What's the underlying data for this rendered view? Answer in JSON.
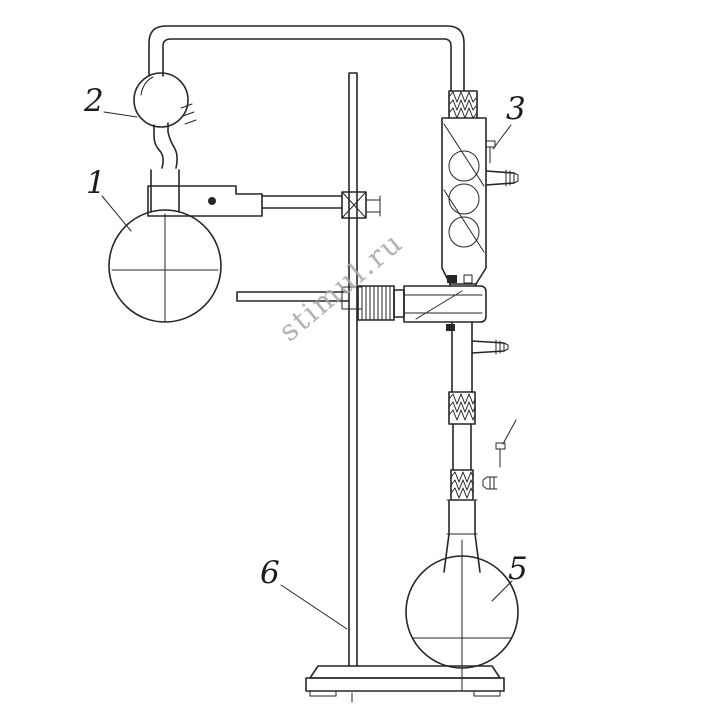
{
  "figure": {
    "watermark": "stimul.ru",
    "labels": [
      {
        "text": "1",
        "part": "round-bottom-flask"
      },
      {
        "text": "2",
        "part": "addition-bulb"
      },
      {
        "text": "3",
        "part": "condenser"
      },
      {
        "text": "5",
        "part": "receiving-flask"
      },
      {
        "text": "6",
        "part": "stand-rod"
      }
    ],
    "colors": {
      "ink": "#262626",
      "watermark": "#a8a8a8",
      "background": "#ffffff"
    }
  }
}
